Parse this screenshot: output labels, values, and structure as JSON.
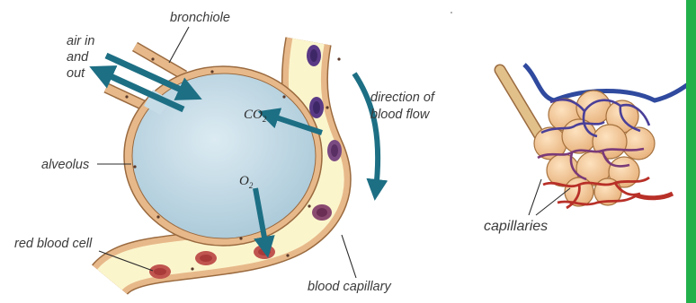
{
  "labels": {
    "bronchiole": "bronchiole",
    "air_in": "air in",
    "and": "and",
    "out": "out",
    "co2_main": "CO",
    "co2_sub": "2",
    "o2_main": "O",
    "o2_sub": "2",
    "direction_of": "direction of",
    "blood_flow": "blood flow",
    "alveolus": "alveolus",
    "red_blood_cell": "red blood cell",
    "blood_capillary": "blood capillary",
    "capillaries": "capillaries"
  },
  "colors": {
    "arrow": "#1d6f84",
    "wall": "#e7b98a",
    "wall_outline": "#9a6a3f",
    "alveolus_fill": "#c6dde8",
    "plasma": "#fbf5cc",
    "rbc_fill": "#c0554f",
    "rbc_core": "#a93a3a",
    "venous": "#5a3a86",
    "vein_blue": "#2f4a9e",
    "artery_red": "#b83028",
    "accent_bar": "#22b04b"
  }
}
